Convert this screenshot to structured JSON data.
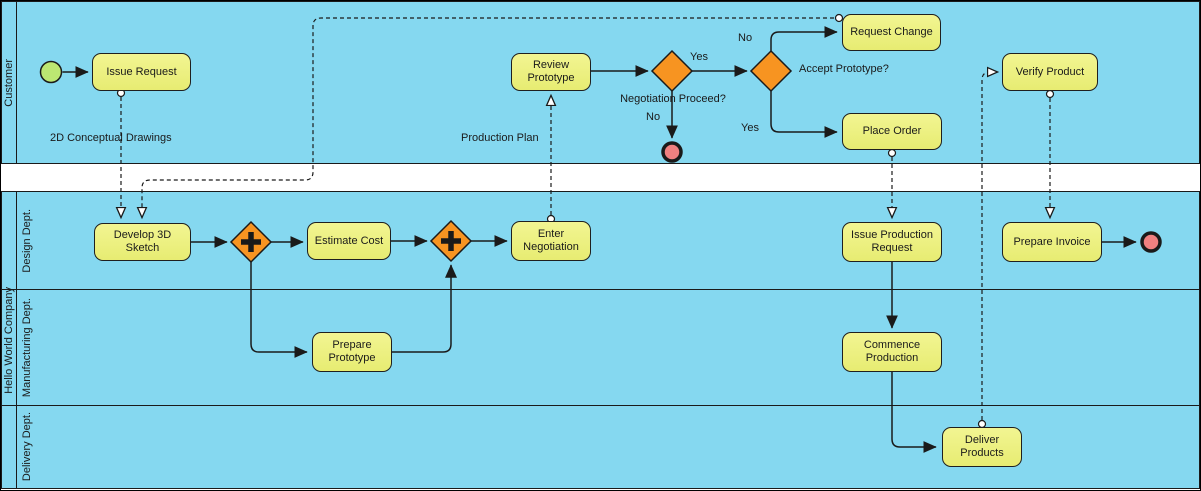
{
  "pools": {
    "customer": {
      "name": "Customer"
    },
    "company": {
      "name": "Hello World Company",
      "lanes": [
        "Design Dept.",
        "Manufacturing Dept.",
        "Delivery Dept."
      ]
    }
  },
  "nodes": {
    "issue_request": "Issue Request",
    "review_prototype": "Review Prototype",
    "request_change": "Request Change",
    "place_order": "Place Order",
    "verify_product": "Verify Product",
    "develop_3d_sketch": "Develop 3D Sketch",
    "estimate_cost": "Estimate Cost",
    "enter_negotiation": "Enter Negotiation",
    "issue_production_request": "Issue Production Request",
    "prepare_invoice": "Prepare Invoice",
    "prepare_prototype": "Prepare Prototype",
    "commence_production": "Commence Production",
    "deliver_products": "Deliver Products"
  },
  "flow_labels": {
    "conceptual_drawings": "2D Conceptual Drawings",
    "production_plan": "Production Plan",
    "negotiation_proceed": "Negotiation Proceed?",
    "accept_prototype": "Accept Prototype?",
    "yes_negotiation": "Yes",
    "no_negotiation": "No",
    "no_accept": "No",
    "yes_accept": "Yes"
  },
  "colors": {
    "lane_fill": "#85D8F0",
    "task_fill": "#EDF07D",
    "gateway_fill": "#F79421",
    "start_event_fill": "#BCE772",
    "end_event_fill": "#F08080",
    "stroke": "#1A1A1A"
  }
}
